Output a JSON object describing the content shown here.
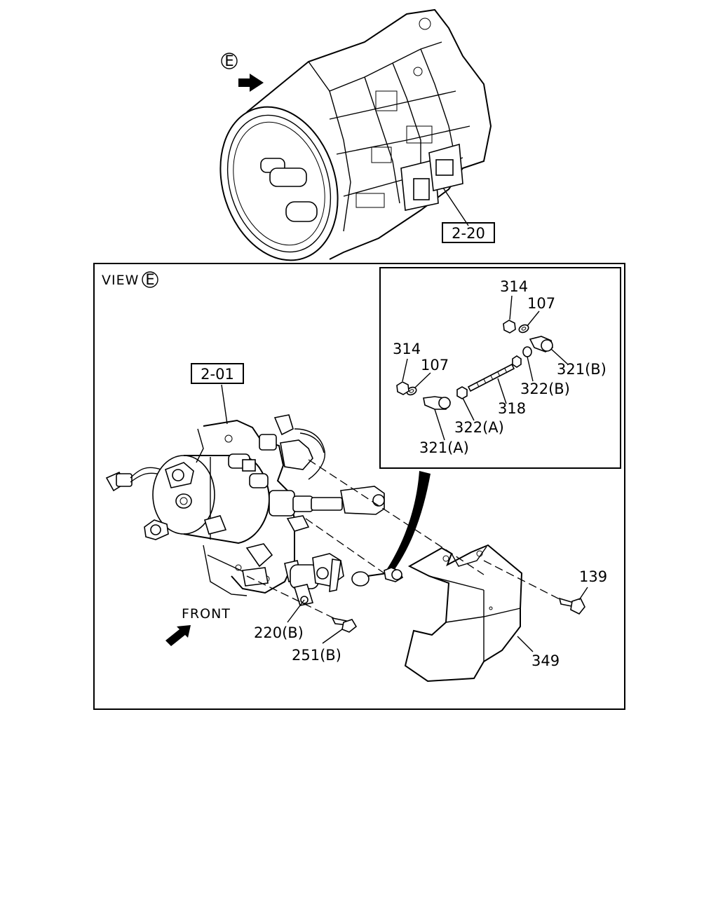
{
  "transmission_view": {
    "view_marker": "E",
    "ref_label": "2-20"
  },
  "detail_view": {
    "title_prefix": "VIEW",
    "title_marker": "E",
    "ref_label": "2-01",
    "front_label": "FRONT",
    "callouts": {
      "p220b": "220(B)",
      "p251b": "251(B)",
      "p139": "139",
      "p349": "349"
    }
  },
  "inset": {
    "callouts": {
      "p314_top": "314",
      "p107_top": "107",
      "p321b": "321(B)",
      "p322b": "322(B)",
      "p318": "318",
      "p314_left": "314",
      "p107_left": "107",
      "p322a": "322(A)",
      "p321a": "321(A)"
    }
  }
}
